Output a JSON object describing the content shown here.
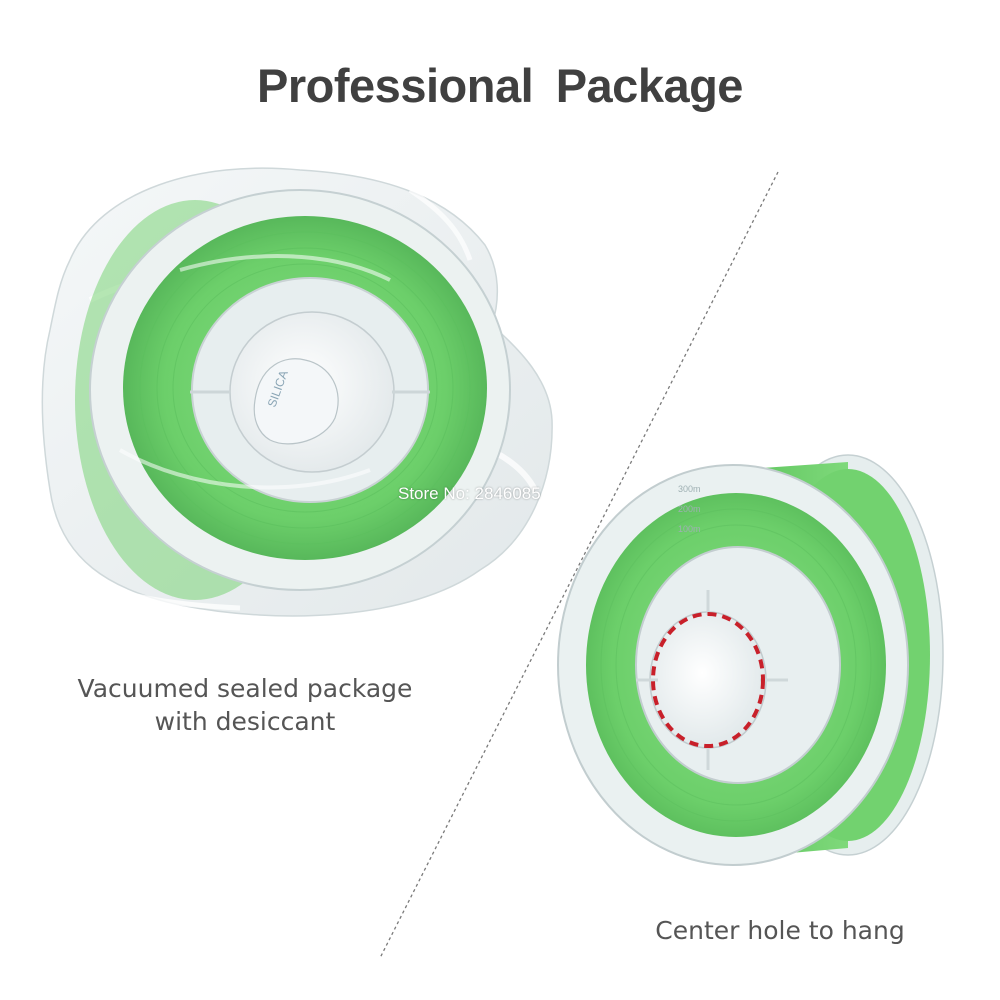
{
  "title": "Professional  Package",
  "captions": {
    "left_line1": "Vacuumed sealed package",
    "left_line2": "with desiccant",
    "right": "Center hole to hang"
  },
  "watermark": "Store No: 2846085",
  "colors": {
    "filament_green": "#6ccf6a",
    "filament_dark": "#55b457",
    "plastic_wrap": "#e9eff0",
    "highlight_ring": "#c8202a",
    "title_text": "#404040",
    "caption_text": "#555555"
  },
  "icons": {
    "left_image": "vacuum-sealed-spool-icon",
    "right_image": "filament-spool-icon"
  }
}
